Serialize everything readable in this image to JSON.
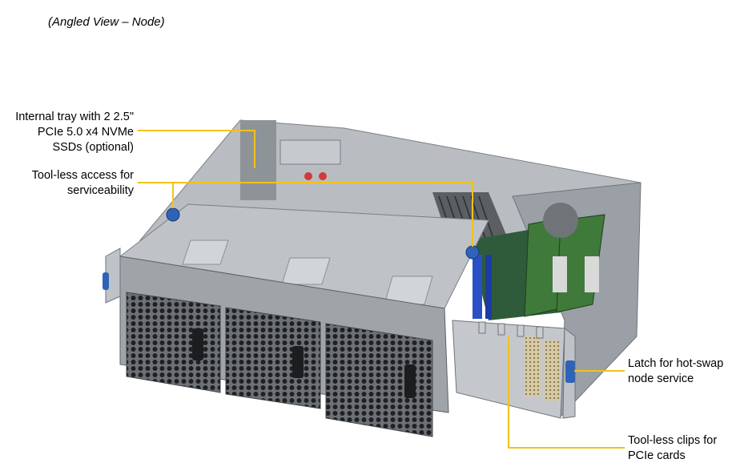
{
  "caption": "(Angled View – Node)",
  "callouts": {
    "internal_tray": [
      "Internal tray with 2 2.5\"",
      "PCIe 5.0 x4 NVMe",
      "SSDs (optional)"
    ],
    "toolless_access": [
      "Tool-less access for",
      "serviceability"
    ],
    "latch": [
      "Latch for hot-swap",
      "node service"
    ],
    "pcie_clips": [
      "Tool-less clips for",
      "PCIe cards"
    ]
  },
  "colors": {
    "callout_line": "#f2c21b",
    "chassis": "#a9adb3",
    "chassis_dark": "#6f747a",
    "blue_knob": "#2f63b8"
  }
}
